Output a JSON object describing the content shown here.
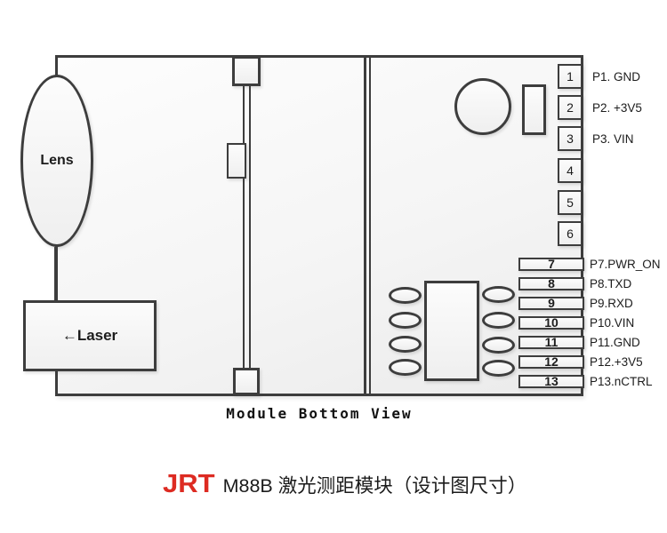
{
  "colors": {
    "line": "#3d3d3d",
    "logo_red": "#dd2b22"
  },
  "module": {
    "lens_label": "Lens",
    "laser_label": "←Laser",
    "caption": "Module Bottom View",
    "pins_small": [
      {
        "num": "1",
        "label": "P1. GND"
      },
      {
        "num": "2",
        "label": "P2. +3V5"
      },
      {
        "num": "3",
        "label": "P3. VIN"
      },
      {
        "num": "4",
        "label": ""
      },
      {
        "num": "5",
        "label": ""
      },
      {
        "num": "6",
        "label": ""
      }
    ],
    "pins_wide": [
      {
        "num": "7",
        "label": "P7.PWR_ON"
      },
      {
        "num": "8",
        "label": "P8.TXD"
      },
      {
        "num": "9",
        "label": "P9.RXD"
      },
      {
        "num": "10",
        "label": "P10.VIN"
      },
      {
        "num": "11",
        "label": "P11.GND"
      },
      {
        "num": "12",
        "label": "P12.+3V5"
      },
      {
        "num": "13",
        "label": "P13.nCTRL"
      }
    ]
  },
  "footer": {
    "logo": "JRT",
    "title": "M88B 激光测距模块（设计图尺寸）"
  }
}
